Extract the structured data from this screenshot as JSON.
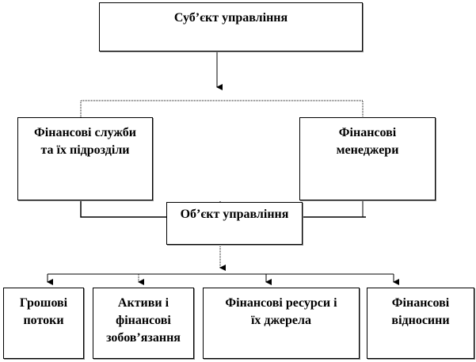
{
  "subject": {
    "title": "Суб’єкт управління"
  },
  "executors": [
    {
      "lines": [
        "Фінансові служби",
        "та їх підрозділи"
      ]
    },
    {
      "lines": [
        "Фінансові",
        "менеджери"
      ]
    }
  ],
  "object": {
    "title": "Об’єкт управління"
  },
  "objects": [
    {
      "lines": [
        "Грошові",
        "потоки"
      ]
    },
    {
      "lines": [
        "Активи і",
        "фінансові",
        "зобов’язання"
      ]
    },
    {
      "lines": [
        "Фінансові ресурси і",
        "їх джерела"
      ]
    },
    {
      "lines": [
        "Фінансові",
        "відносини"
      ]
    }
  ]
}
